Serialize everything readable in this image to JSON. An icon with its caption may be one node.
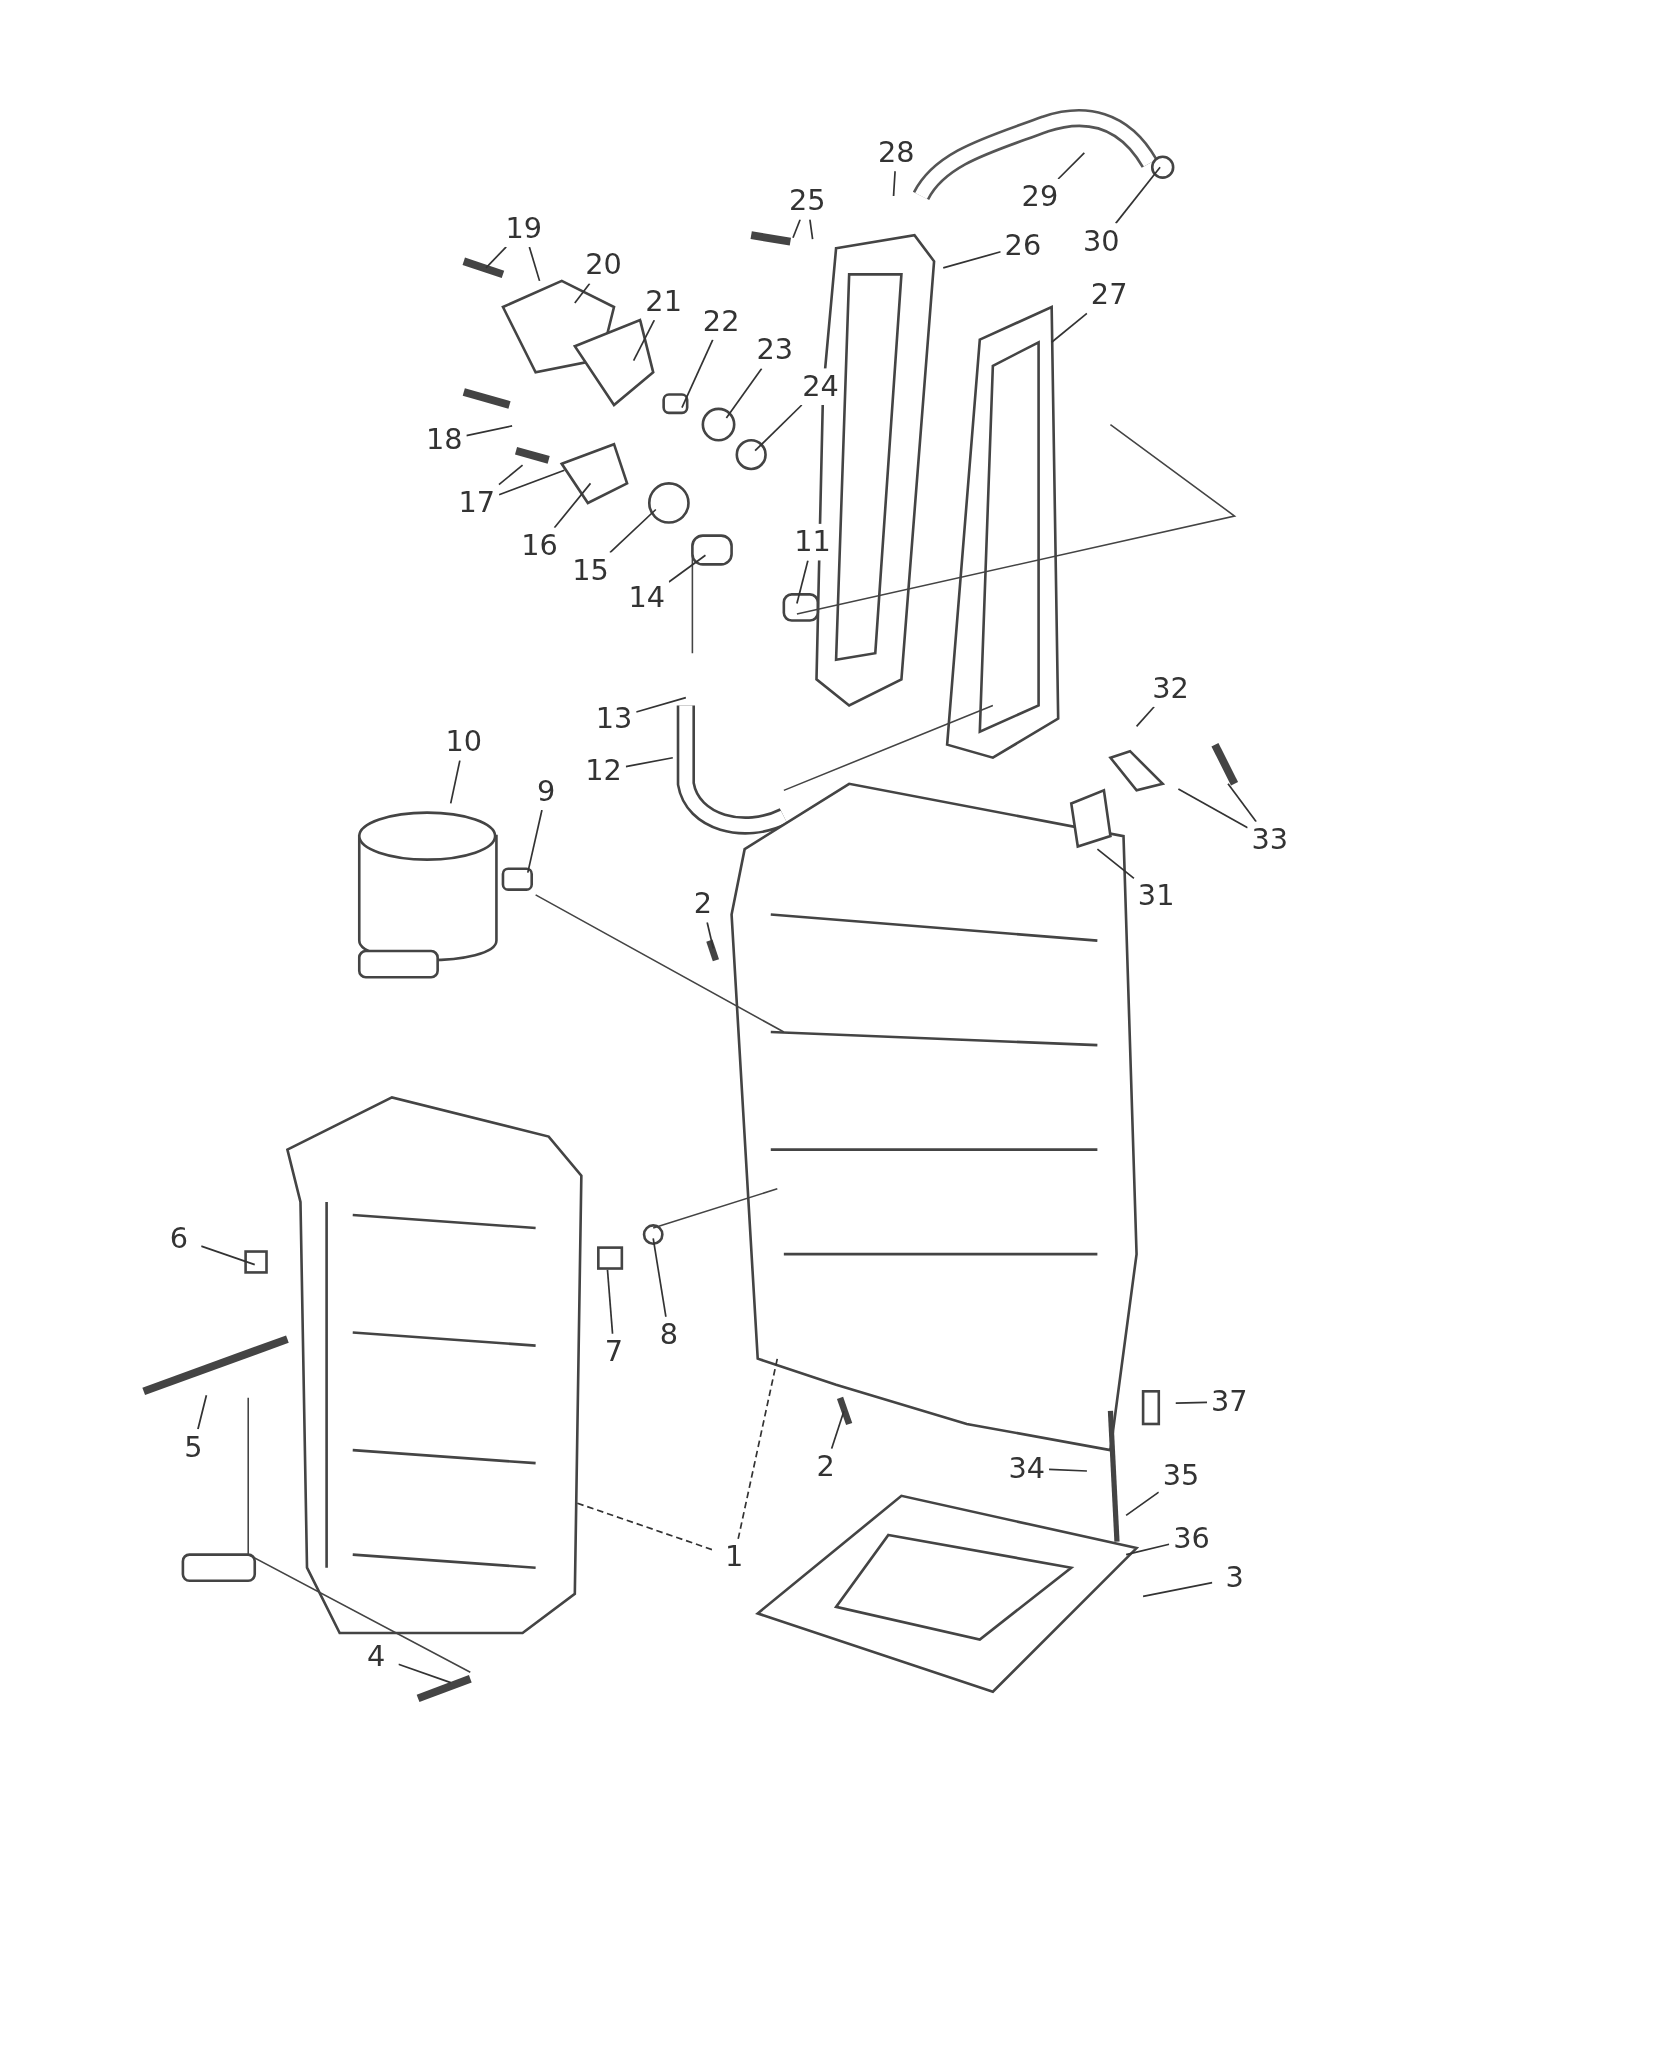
{
  "diagram": {
    "nodes": [
      {
        "text": [
          "28"
        ]
      },
      {
        "text": [
          "29"
        ]
      },
      {
        "text": [
          "30"
        ]
      },
      {
        "text": [
          "25"
        ]
      },
      {
        "text": [
          "26"
        ]
      },
      {
        "text": [
          "19"
        ]
      },
      {
        "text": [
          "20"
        ]
      },
      {
        "text": [
          "27"
        ]
      },
      {
        "text": [
          "21"
        ]
      },
      {
        "text": [
          "22"
        ]
      },
      {
        "text": [
          "23"
        ]
      },
      {
        "text": [
          "24"
        ]
      },
      {
        "text": [
          "18"
        ]
      },
      {
        "text": [
          "17"
        ]
      },
      {
        "text": [
          "16"
        ]
      },
      {
        "text": [
          "15"
        ]
      },
      {
        "text": [
          "14"
        ]
      },
      {
        "text": [
          "11"
        ]
      },
      {
        "text": [
          "13"
        ]
      },
      {
        "text": [
          "12"
        ]
      },
      {
        "text": [
          "10"
        ]
      },
      {
        "text": [
          "32"
        ]
      },
      {
        "text": [
          "9"
        ]
      },
      {
        "text": [
          "2"
        ]
      },
      {
        "text": [
          "33"
        ]
      },
      {
        "text": [
          "31"
        ]
      },
      {
        "text": [
          "6"
        ]
      },
      {
        "text": [
          "7"
        ]
      },
      {
        "text": [
          "8"
        ]
      },
      {
        "text": [
          "37"
        ]
      },
      {
        "text": [
          "5"
        ]
      },
      {
        "text": [
          "34"
        ]
      },
      {
        "text": [
          "35"
        ]
      },
      {
        "text": [
          "2"
        ]
      },
      {
        "text": [
          "36"
        ]
      },
      {
        "text": [
          "3"
        ]
      },
      {
        "text": [
          "1"
        ]
      },
      {
        "text": [
          "4"
        ]
      }
    ],
    "edges": [
      {
        "from": 0,
        "to": null,
        "arrow": "none"
      },
      {
        "from": 1,
        "to": null,
        "arrow": "none"
      },
      {
        "from": 2,
        "to": null,
        "arrow": "none"
      },
      {
        "from": 3,
        "to": null,
        "arrow": "none"
      },
      {
        "from": 3,
        "to": null,
        "arrow": "none"
      },
      {
        "from": 4,
        "to": null,
        "arrow": "none"
      },
      {
        "from": 5,
        "to": null,
        "arrow": "none"
      },
      {
        "from": 5,
        "to": null,
        "arrow": "none"
      },
      {
        "from": 6,
        "to": null,
        "arrow": "none"
      },
      {
        "from": 7,
        "to": null,
        "arrow": "none"
      },
      {
        "from": 8,
        "to": null,
        "arrow": "none"
      },
      {
        "from": 9,
        "to": null,
        "arrow": "none"
      },
      {
        "from": 10,
        "to": null,
        "arrow": "none"
      },
      {
        "from": 11,
        "to": null,
        "arrow": "none"
      },
      {
        "from": 12,
        "to": null,
        "arrow": "none"
      },
      {
        "from": 13,
        "to": null,
        "arrow": "none"
      },
      {
        "from": 13,
        "to": null,
        "arrow": "none"
      },
      {
        "from": 14,
        "to": null,
        "arrow": "none"
      },
      {
        "from": 15,
        "to": null,
        "arrow": "none"
      },
      {
        "from": 16,
        "to": null,
        "arrow": "none"
      },
      {
        "from": 17,
        "to": null,
        "arrow": "none"
      },
      {
        "from": 18,
        "to": null,
        "arrow": "none"
      },
      {
        "from": 19,
        "to": null,
        "arrow": "none"
      },
      {
        "from": 20,
        "to": null,
        "arrow": "none"
      },
      {
        "from": 21,
        "to": null,
        "arrow": "none"
      },
      {
        "from": 22,
        "to": null,
        "arrow": "none"
      },
      {
        "from": 23,
        "to": null,
        "arrow": "none"
      },
      {
        "from": 24,
        "to": null,
        "arrow": "none"
      },
      {
        "from": 24,
        "to": null,
        "arrow": "none"
      },
      {
        "from": 25,
        "to": null,
        "arrow": "none"
      },
      {
        "from": 26,
        "to": null,
        "arrow": "none"
      },
      {
        "from": 27,
        "to": null,
        "arrow": "none"
      },
      {
        "from": 28,
        "to": null,
        "arrow": "none"
      },
      {
        "from": 29,
        "to": null,
        "arrow": "none"
      },
      {
        "from": 30,
        "to": null,
        "arrow": "none"
      },
      {
        "from": 31,
        "to": null,
        "arrow": "none"
      },
      {
        "from": 32,
        "to": null,
        "arrow": "none"
      },
      {
        "from": 33,
        "to": null,
        "arrow": "none"
      },
      {
        "from": 34,
        "to": null,
        "arrow": "none"
      },
      {
        "from": 35,
        "to": null,
        "arrow": "none"
      },
      {
        "from": 36,
        "to": null,
        "arrow": "none",
        "style": "dashed"
      },
      {
        "from": 36,
        "to": null,
        "arrow": "none",
        "style": "dashed"
      },
      {
        "from": 37,
        "to": null,
        "arrow": "none"
      }
    ]
  }
}
